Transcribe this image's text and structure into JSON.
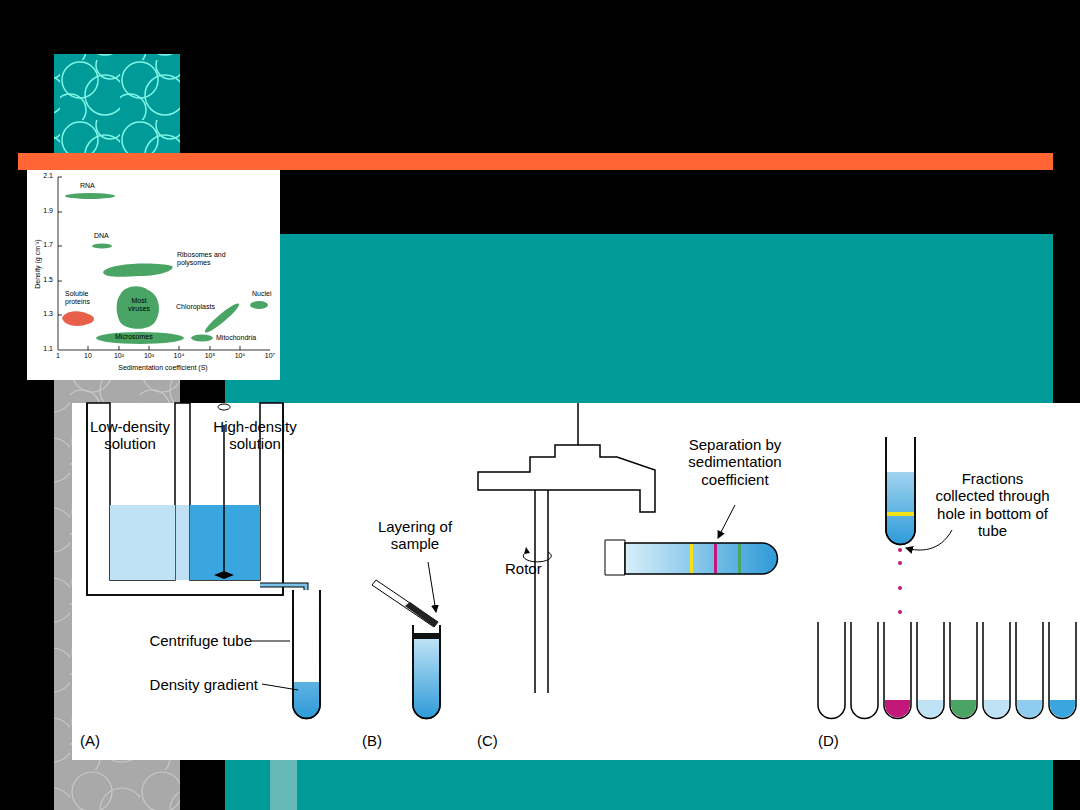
{
  "diagram": {
    "labels": [
      "2.1",
      "1.9",
      "1.7",
      "1.5",
      "1.3",
      "1.1",
      "Density (g cm⁻³)",
      "1",
      "10",
      "10²",
      "10³",
      "10⁴",
      "10⁵",
      "10⁶",
      "10⁷",
      "Sedimentation coefficient (S)",
      "RNA",
      "DNA",
      "Ribosomes and polysomes",
      "Soluble proteins",
      "Most viruses",
      "Chloroplasts",
      "Nuclei",
      "Microsomes",
      "Mitochondria",
      "Low-density solution",
      "High-density solution",
      "Centrifuge tube",
      "Density gradient",
      "(A)",
      "Layering of sample",
      "(B)",
      "Separation by sedimentation coefficient",
      "Rotor",
      "(C)",
      "Fractions collected through hole in bottom of tube",
      "(D)"
    ]
  }
}
